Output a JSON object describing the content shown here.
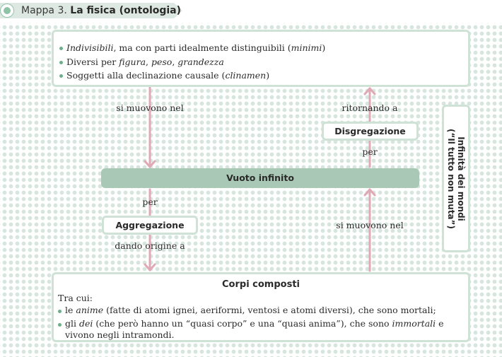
{
  "header": {
    "prefix": "Mappa 3.",
    "title": "La fisica (ontologia)"
  },
  "top_box": {
    "items": [
      {
        "parts": [
          [
            "i",
            "Indivisibili"
          ],
          [
            "t",
            ", ma con parti idealmente distinguibili ("
          ],
          [
            "i",
            "minimi"
          ],
          [
            "t",
            ")"
          ]
        ]
      },
      {
        "parts": [
          [
            "t",
            "Diversi per "
          ],
          [
            "i",
            "figura"
          ],
          [
            "t",
            ", "
          ],
          [
            "i",
            "peso"
          ],
          [
            "t",
            ", "
          ],
          [
            "i",
            "grandezza"
          ]
        ]
      },
      {
        "parts": [
          [
            "t",
            "Soggetti alla declinazione causale ("
          ],
          [
            "i",
            "clinamen"
          ],
          [
            "t",
            ")"
          ]
        ]
      }
    ]
  },
  "labels": {
    "si_muovono_nel_left": "si muovono nel",
    "ritornando_a": "ritornando a",
    "per_right": "per",
    "per_left": "per",
    "dando_origine_a": "dando origine a",
    "si_muovono_nel_right": "si muovono nel"
  },
  "nodes": {
    "disgregazione": "Disgregazione",
    "vuoto": "Vuoto infinito",
    "aggregazione": "Aggregazione"
  },
  "side_box": {
    "line1": "Infinità dei mondi",
    "line2": "(“Il tutto non muta”)"
  },
  "bottom_box": {
    "title": "Corpi composti",
    "intro": "Tra cui:",
    "items": [
      {
        "parts": [
          [
            "t",
            "le "
          ],
          [
            "i",
            "anime"
          ],
          [
            "t",
            " (fatte di atomi ignei, aeriformi, ventosi e atomi diversi), che sono mortali;"
          ]
        ]
      },
      {
        "parts": [
          [
            "t",
            "gli "
          ],
          [
            "i",
            "dei"
          ],
          [
            "t",
            " (che però hanno un “quasi corpo” e una “quasi anima”), che sono "
          ],
          [
            "i",
            "immortali"
          ],
          [
            "t",
            " e vivono negli intramondi."
          ]
        ]
      }
    ]
  },
  "colors": {
    "accent_green": "#8ec3a7",
    "box_border": "#cfe2d6",
    "vuoto_fill": "#a9c9b6",
    "arrow_pink": "#e0a9b6"
  }
}
